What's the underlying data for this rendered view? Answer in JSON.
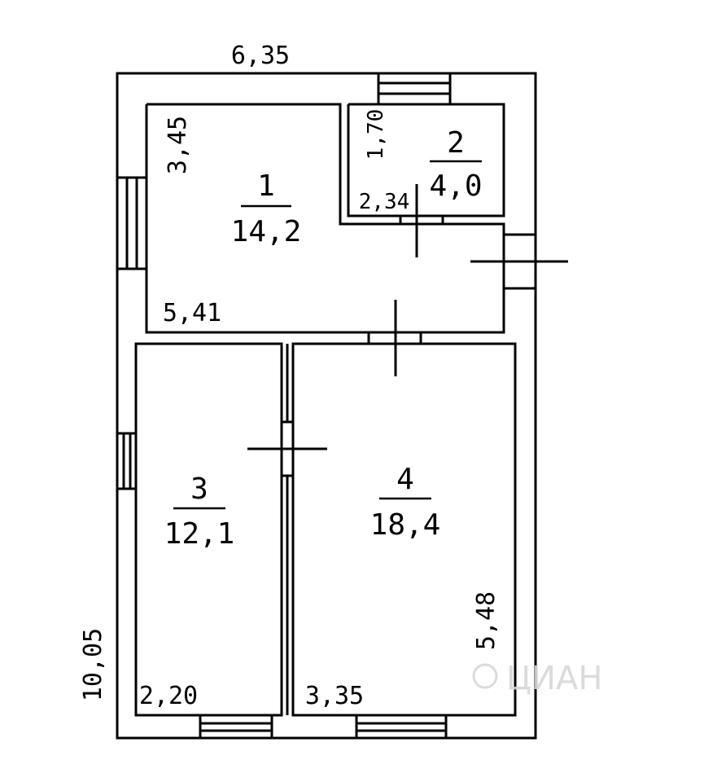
{
  "plan": {
    "dimensions": {
      "overall_width": "6,35",
      "overall_length": "10,05",
      "room1_height": "3,45",
      "room1_width": "5,41",
      "room2_height": "1,70",
      "room2_width": "2,34",
      "room3_width": "2,20",
      "room4_width": "3,35",
      "room4_length": "5,48"
    },
    "rooms": [
      {
        "number": "1",
        "area": "14,2"
      },
      {
        "number": "2",
        "area": "4,0"
      },
      {
        "number": "3",
        "area": "12,1"
      },
      {
        "number": "4",
        "area": "18,4"
      }
    ],
    "watermark": "ЦИАН"
  }
}
